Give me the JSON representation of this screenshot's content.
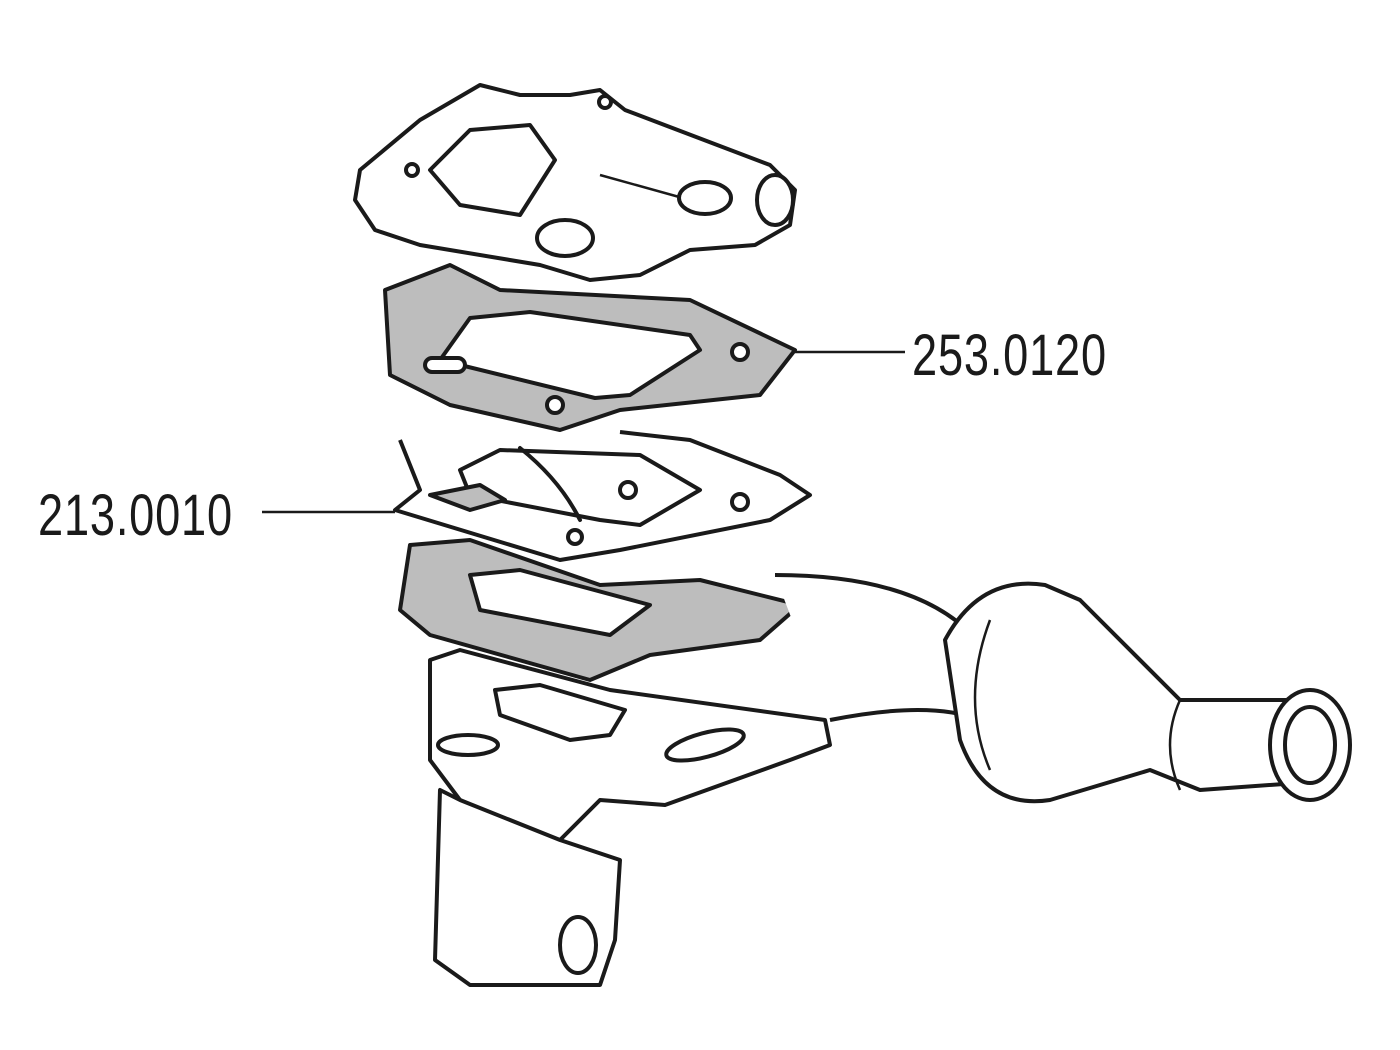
{
  "diagram": {
    "type": "exploded parts diagram",
    "parts": [
      {
        "part_number": "253.0120"
      },
      {
        "part_number": "213.0010"
      }
    ]
  }
}
